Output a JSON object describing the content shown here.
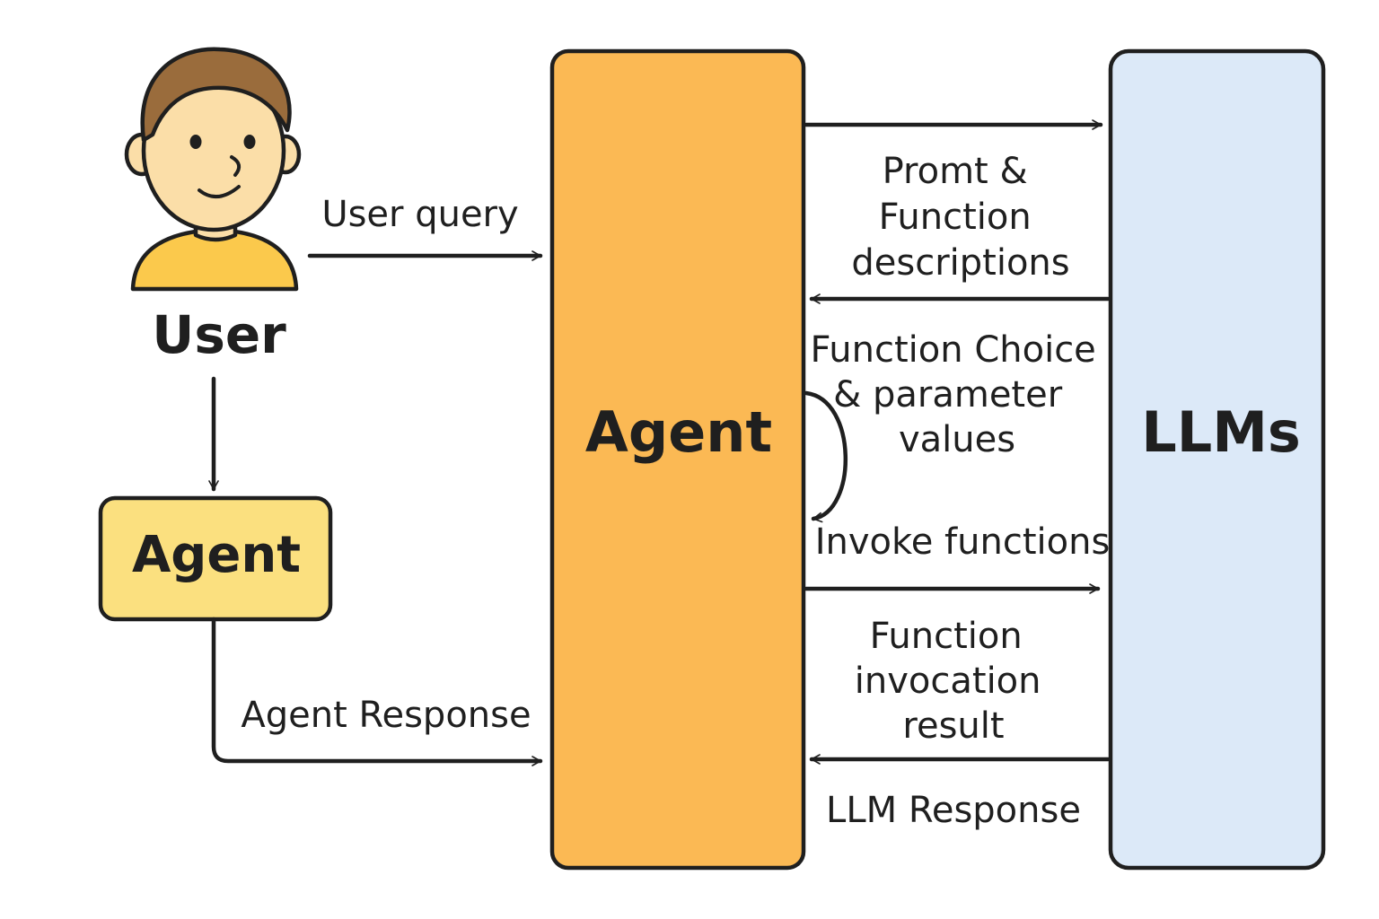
{
  "nodes": {
    "user": {
      "label": "User"
    },
    "agent_small": {
      "label": "Agent"
    },
    "agent_main": {
      "label": "Agent"
    },
    "llms": {
      "label": "LLMs"
    }
  },
  "edges": {
    "user_query": {
      "label": "User query"
    },
    "agent_response": {
      "label": "Agent Response"
    },
    "prompt_functions": {
      "lines": [
        "Promt &",
        "Function",
        "descriptions"
      ]
    },
    "function_choice": {
      "lines": [
        "Function Choice",
        "& parameter",
        "values"
      ]
    },
    "invoke_functions": {
      "label": "Invoke functions"
    },
    "invocation_result": {
      "lines": [
        "Function",
        "invocation",
        "result"
      ]
    },
    "llm_response": {
      "label": "LLM Response"
    }
  },
  "colors": {
    "agent_main_fill": "#fbb954",
    "agent_small_fill": "#fbe07f",
    "llms_fill": "#dce9f8",
    "outline": "#1f1f1f",
    "skin": "#fbdea8",
    "hair": "#9a6c3c",
    "shirt": "#fbc94c"
  }
}
